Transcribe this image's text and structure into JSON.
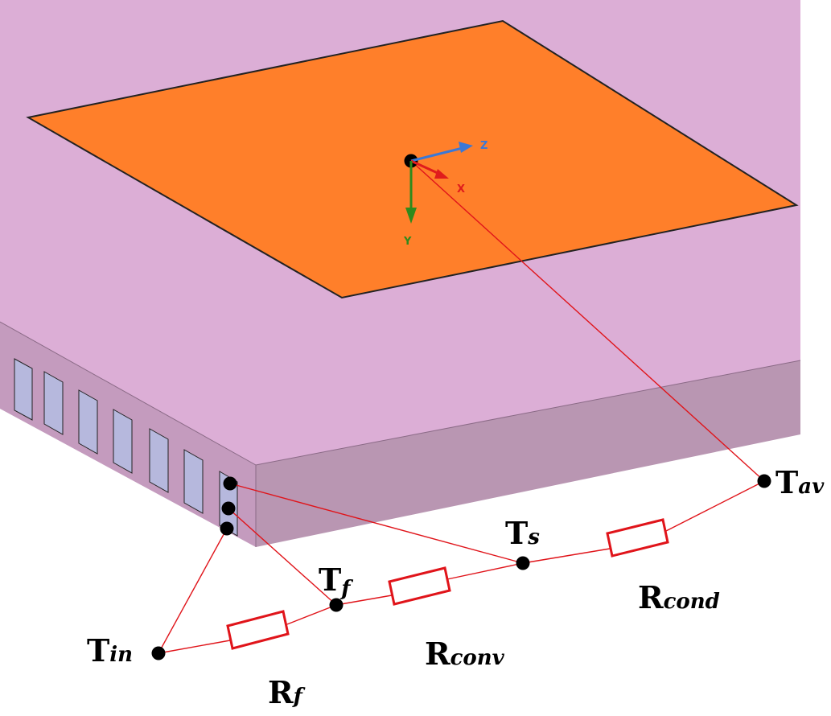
{
  "colors": {
    "plate_top": "#dcaed6",
    "plate_front": "#c49bbe",
    "plate_side": "#b996b2",
    "heater": "#ff7f2a",
    "channel": "#b6b8dd",
    "wire": "#e0141a",
    "resistor": "#e0141a",
    "node": "#000000",
    "axis_x": "#e01c1c",
    "axis_y": "#2f8a1c",
    "axis_z": "#3a78d6"
  },
  "axes": {
    "x": "X",
    "y": "Y",
    "z": "Z"
  },
  "nodes": {
    "t_in": {
      "main": "T",
      "sub": "in"
    },
    "t_f": {
      "main": "T",
      "sub": "f"
    },
    "t_s": {
      "main": "T",
      "sub": "s"
    },
    "t_av": {
      "main": "T",
      "sub": "av"
    }
  },
  "resistors": {
    "r_f": {
      "main": "R",
      "sub": "f"
    },
    "r_conv": {
      "main": "R",
      "sub": "conv"
    },
    "r_cond": {
      "main": "R",
      "sub": "cond"
    }
  }
}
